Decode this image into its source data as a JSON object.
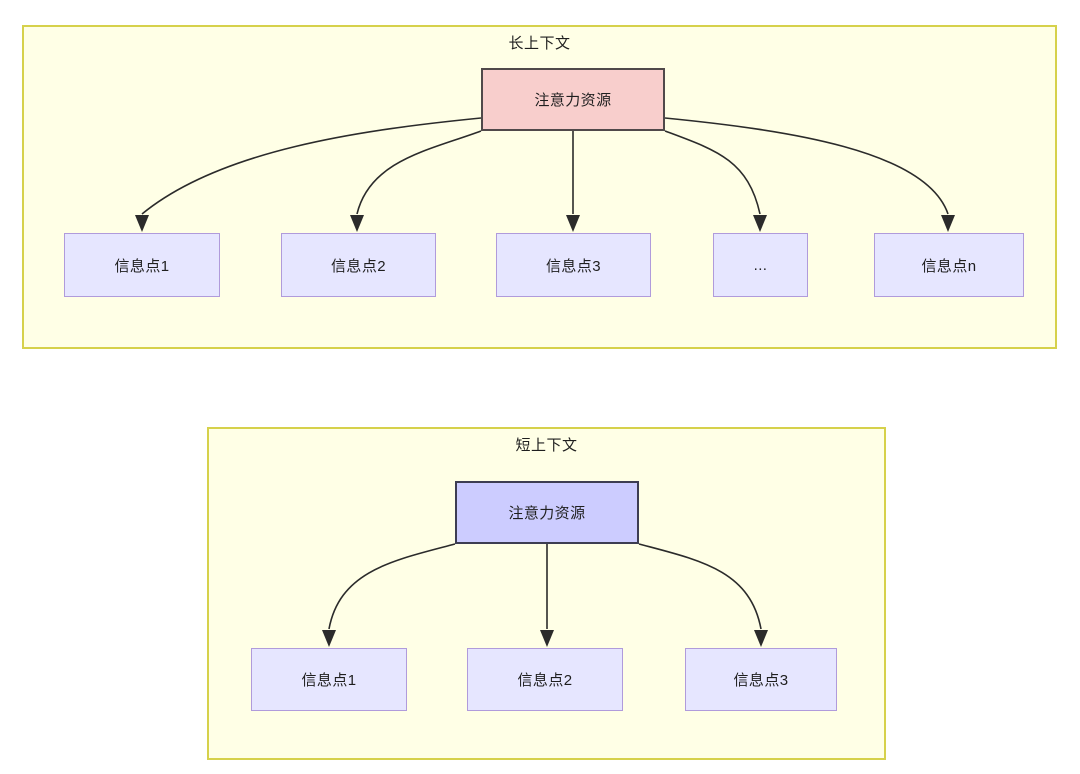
{
  "diagram": {
    "type": "flowchart",
    "panels": [
      {
        "id": "long-context",
        "title": "长上下文",
        "root": {
          "label": "注意力资源",
          "fill": "#f8cecc",
          "stroke": "#50494a"
        },
        "children": [
          {
            "label": "信息点1"
          },
          {
            "label": "信息点2"
          },
          {
            "label": "信息点3"
          },
          {
            "label": "..."
          },
          {
            "label": "信息点n"
          }
        ],
        "child_fill": "#e6e6ff",
        "child_stroke": "#b09bdb",
        "panel_fill": "#ffffe6",
        "panel_stroke": "#d6d14b"
      },
      {
        "id": "short-context",
        "title": "短上下文",
        "root": {
          "label": "注意力资源",
          "fill": "#ccccff",
          "stroke": "#3d3d52"
        },
        "children": [
          {
            "label": "信息点1"
          },
          {
            "label": "信息点2"
          },
          {
            "label": "信息点3"
          }
        ],
        "child_fill": "#e6e6ff",
        "child_stroke": "#b09bdb",
        "panel_fill": "#ffffe6",
        "panel_stroke": "#d6d14b"
      }
    ],
    "edge_color": "#2b2b2b",
    "background": "#ffffff"
  }
}
